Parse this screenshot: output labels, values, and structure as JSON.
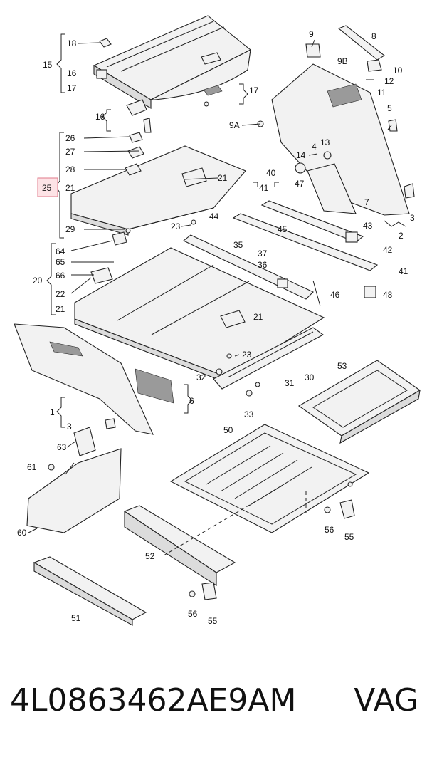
{
  "diagram": {
    "highlight_color": "#e07a8a",
    "callouts": [
      {
        "id": "c1",
        "text": "18"
      },
      {
        "id": "c2",
        "text": "15"
      },
      {
        "id": "c3",
        "text": "16"
      },
      {
        "id": "c4",
        "text": "17"
      },
      {
        "id": "c5",
        "text": "17"
      },
      {
        "id": "c6",
        "text": "16"
      },
      {
        "id": "c7",
        "text": "26"
      },
      {
        "id": "c8",
        "text": "27"
      },
      {
        "id": "c9",
        "text": "28"
      },
      {
        "id": "c10",
        "text": "25"
      },
      {
        "id": "c11",
        "text": "21"
      },
      {
        "id": "c12",
        "text": "21"
      },
      {
        "id": "c13",
        "text": "23"
      },
      {
        "id": "c14",
        "text": "29"
      },
      {
        "id": "c15",
        "text": "9"
      },
      {
        "id": "c16",
        "text": "8"
      },
      {
        "id": "c17",
        "text": "9B"
      },
      {
        "id": "c18",
        "text": "10"
      },
      {
        "id": "c19",
        "text": "12"
      },
      {
        "id": "c20",
        "text": "11"
      },
      {
        "id": "c21",
        "text": "9A"
      },
      {
        "id": "c22",
        "text": "5"
      },
      {
        "id": "c23",
        "text": "4"
      },
      {
        "id": "c24",
        "text": "13"
      },
      {
        "id": "c25",
        "text": "14"
      },
      {
        "id": "c26",
        "text": "40"
      },
      {
        "id": "c27",
        "text": "41"
      },
      {
        "id": "c28",
        "text": "47"
      },
      {
        "id": "c29",
        "text": "7"
      },
      {
        "id": "c30",
        "text": "2"
      },
      {
        "id": "c31",
        "text": "3"
      },
      {
        "id": "c32",
        "text": "44"
      },
      {
        "id": "c33",
        "text": "45"
      },
      {
        "id": "c34",
        "text": "43"
      },
      {
        "id": "c35",
        "text": "42"
      },
      {
        "id": "c36",
        "text": "35"
      },
      {
        "id": "c37",
        "text": "37"
      },
      {
        "id": "c38",
        "text": "36"
      },
      {
        "id": "c39",
        "text": "41"
      },
      {
        "id": "c40",
        "text": "48"
      },
      {
        "id": "c41",
        "text": "46"
      },
      {
        "id": "c42",
        "text": "64"
      },
      {
        "id": "c43",
        "text": "65"
      },
      {
        "id": "c44",
        "text": "66"
      },
      {
        "id": "c45",
        "text": "20"
      },
      {
        "id": "c46",
        "text": "22"
      },
      {
        "id": "c47",
        "text": "21"
      },
      {
        "id": "c48",
        "text": "21"
      },
      {
        "id": "c49",
        "text": "23"
      },
      {
        "id": "c50",
        "text": "32"
      },
      {
        "id": "c51",
        "text": "30"
      },
      {
        "id": "c52",
        "text": "31"
      },
      {
        "id": "c53",
        "text": "33"
      },
      {
        "id": "c54",
        "text": "53"
      },
      {
        "id": "c55",
        "text": "6"
      },
      {
        "id": "c56",
        "text": "1"
      },
      {
        "id": "c57",
        "text": "3"
      },
      {
        "id": "c58",
        "text": "63"
      },
      {
        "id": "c59",
        "text": "61"
      },
      {
        "id": "c60",
        "text": "60"
      },
      {
        "id": "c61",
        "text": "50"
      },
      {
        "id": "c62",
        "text": "56"
      },
      {
        "id": "c63",
        "text": "55"
      },
      {
        "id": "c64",
        "text": "52"
      },
      {
        "id": "c65",
        "text": "51"
      },
      {
        "id": "c66",
        "text": "56"
      },
      {
        "id": "c67",
        "text": "55"
      }
    ]
  },
  "footer": {
    "part_number": "4L0863462AE9AM",
    "brand": "VAG"
  }
}
